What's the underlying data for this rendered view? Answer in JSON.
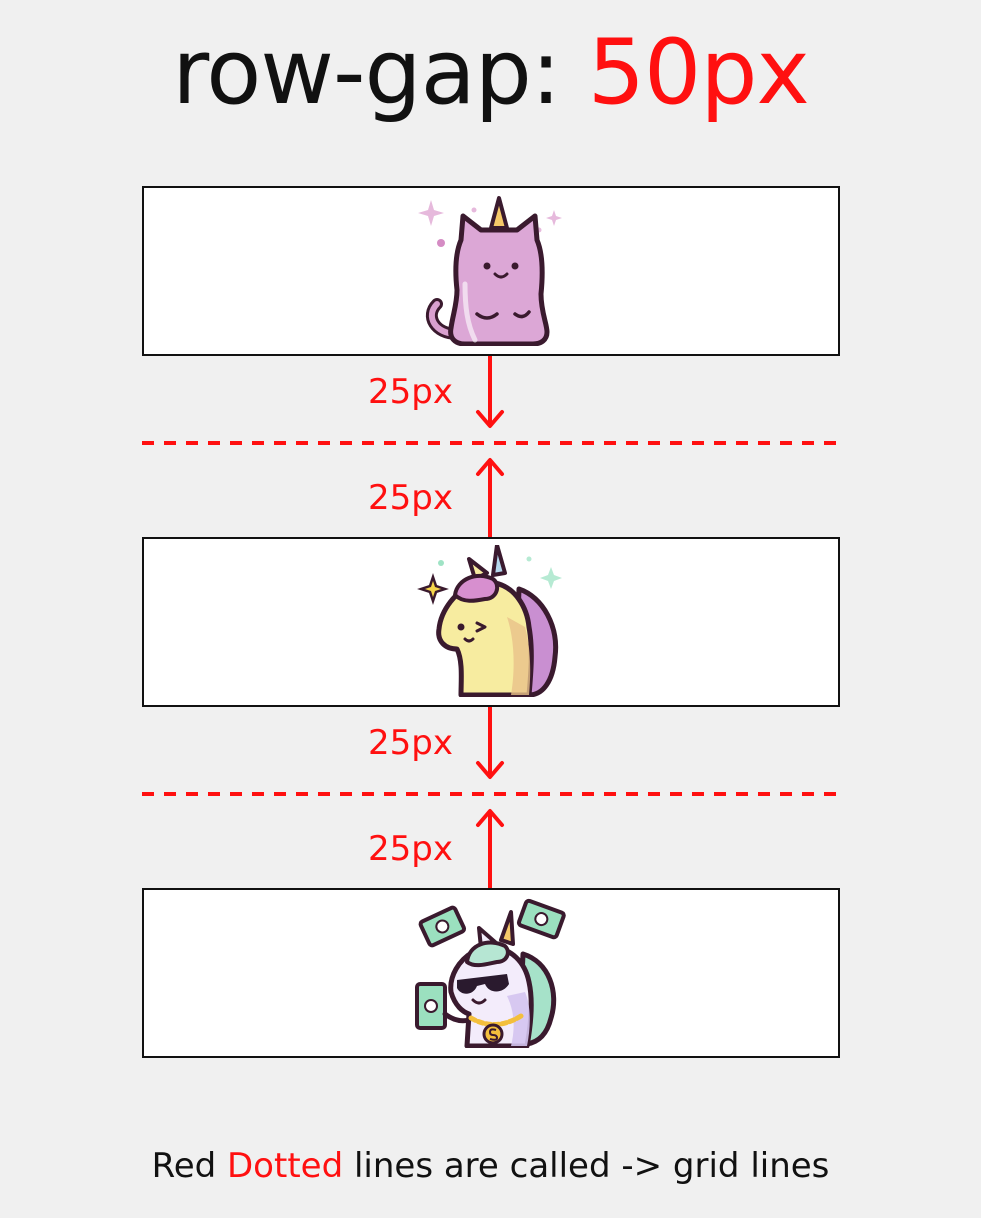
{
  "title": {
    "property": "row-gap:",
    "value": "50px"
  },
  "rows": [
    {
      "icon": "unicorn-cat-icon"
    },
    {
      "icon": "unicorn-wink-icon"
    },
    {
      "icon": "unicorn-money-icon"
    }
  ],
  "gap_labels": [
    "25px",
    "25px",
    "25px",
    "25px"
  ],
  "caption": {
    "before": "Red ",
    "highlight": "Dotted",
    "after": " lines are called -> grid  lines"
  },
  "colors": {
    "accent": "#ff1010",
    "text": "#111111",
    "background": "#f0f0f0",
    "row_fill": "#ffffff"
  }
}
